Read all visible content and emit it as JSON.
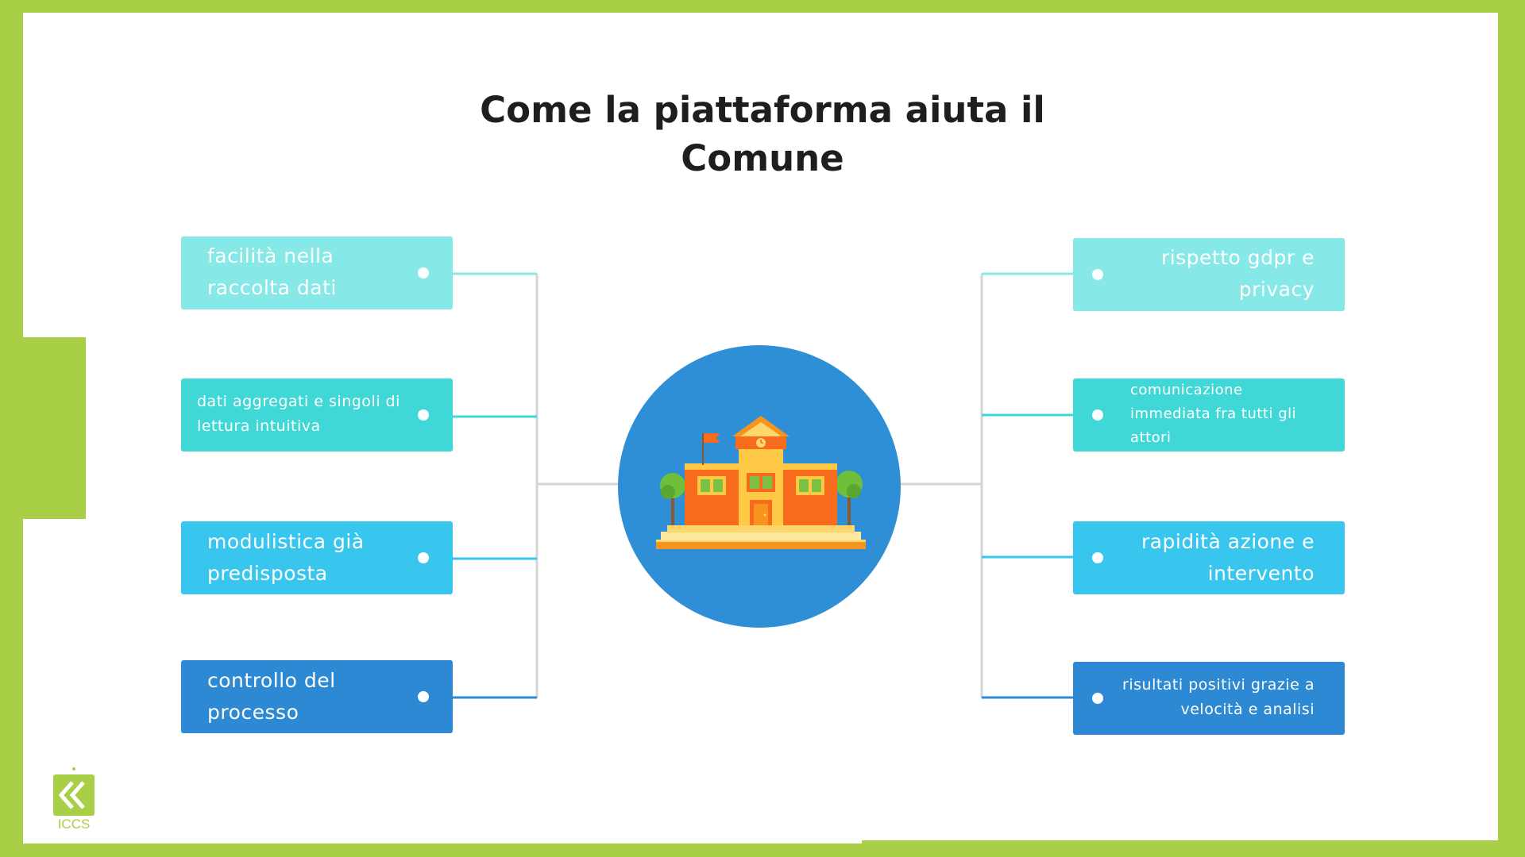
{
  "title": "Come la piattaforma aiuta il Comune",
  "colors": {
    "frame": "#a8cf45",
    "center_circle": "#2f8fd6",
    "box_1": "#87e8e8",
    "box_2": "#3fd8d6",
    "box_3": "#38c6ee",
    "box_4": "#2d89d3"
  },
  "left_items": [
    {
      "label": "facilità nella raccolta dati"
    },
    {
      "label": "dati aggregati e singoli di lettura intuitiva"
    },
    {
      "label": "modulistica già predisposta"
    },
    {
      "label": "controllo del processo"
    }
  ],
  "right_items": [
    {
      "label": "rispetto gdpr e privacy"
    },
    {
      "label": "comunicazione immediata  fra tutti gli attori"
    },
    {
      "label": "rapidità azione e intervento"
    },
    {
      "label": "risultati positivi grazie a velocità e analisi"
    }
  ],
  "center_icon": "town-hall-building-icon",
  "logo": {
    "text": "ICCS",
    "icon": "iccs-logo-icon"
  }
}
